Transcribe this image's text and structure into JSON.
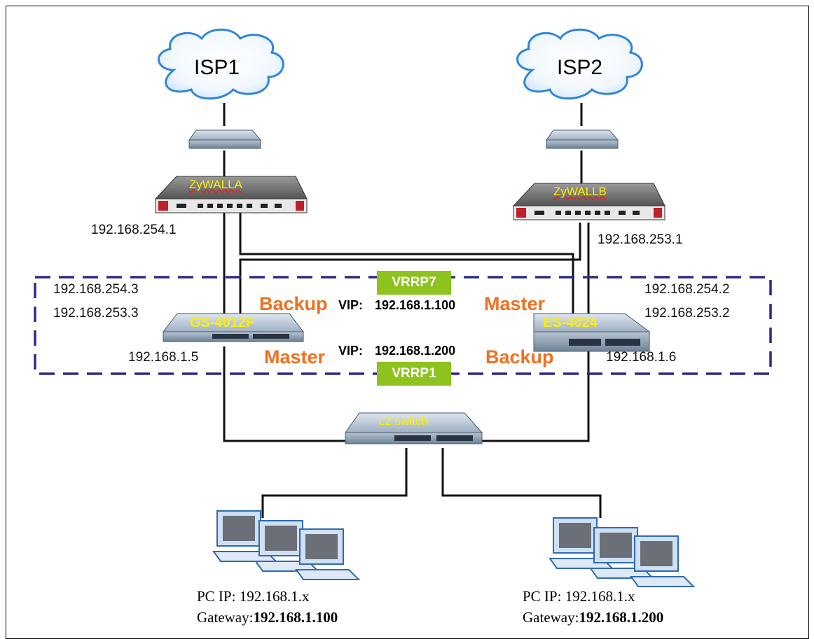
{
  "clouds": [
    {
      "label": "ISP1"
    },
    {
      "label": "ISP2"
    }
  ],
  "firewalls": [
    {
      "name": "ZyWALLA",
      "ip": "192.168.254.1"
    },
    {
      "name": "ZyWALLB",
      "ip": "192.168.253.1"
    }
  ],
  "switches": {
    "left": {
      "name": "GS-4012F",
      "ip_top1": "192.168.254.3",
      "ip_top2": "192.168.253.3",
      "ip_lan": "192.168.1.5"
    },
    "right": {
      "name": "ES-4024",
      "ip_top1": "192.168.254.2",
      "ip_top2": "192.168.253.2",
      "ip_lan": "192.168.1.6"
    },
    "l2": {
      "name": "L2 switch"
    }
  },
  "vrrp": {
    "group7": {
      "label": "VRRP7",
      "vip_label": "VIP:",
      "vip": "192.168.1.100",
      "left_role": "Backup",
      "right_role": "Master"
    },
    "group1": {
      "label": "VRRP1",
      "vip_label": "VIP:",
      "vip": "192.168.1.200",
      "left_role": "Master",
      "right_role": "Backup"
    }
  },
  "pc_groups": [
    {
      "ip_label": "PC IP: 192.168.1.x",
      "gw_prefix": "Gateway:",
      "gw_value": "192.168.1.100"
    },
    {
      "ip_label": "PC IP: 192.168.1.x",
      "gw_prefix": "Gateway:",
      "gw_value": "192.168.1.200"
    }
  ],
  "colors": {
    "role_text": "#f07020",
    "vrrp_badge": "#8dc21f",
    "dashed_box": "#2a2a8a",
    "device_name": "#ffee00",
    "cloud_outline": "#2f86d8"
  }
}
